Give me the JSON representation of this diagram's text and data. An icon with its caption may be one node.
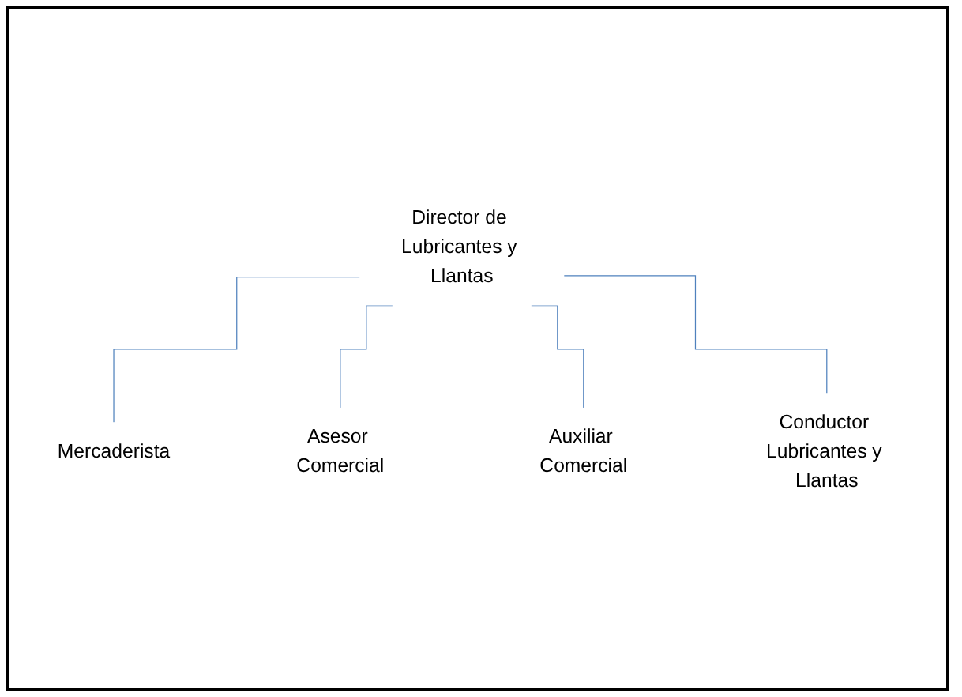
{
  "diagram": {
    "nodes": [
      {
        "text": [
          "Director de Lubricantes y Llantas"
        ]
      },
      {
        "text": [
          "Mercaderista"
        ]
      },
      {
        "text": [
          "Asesor Comercial"
        ]
      },
      {
        "text": [
          "Auxiliar Comercial"
        ]
      },
      {
        "text": [
          "Conductor Lubricantes y Llantas"
        ]
      }
    ],
    "edges": [
      {
        "from": 0,
        "to": 1,
        "arrow": "none"
      },
      {
        "from": 0,
        "to": 2,
        "arrow": "none"
      },
      {
        "from": 0,
        "to": 3,
        "arrow": "none"
      },
      {
        "from": 0,
        "to": 4,
        "arrow": "none"
      }
    ]
  }
}
